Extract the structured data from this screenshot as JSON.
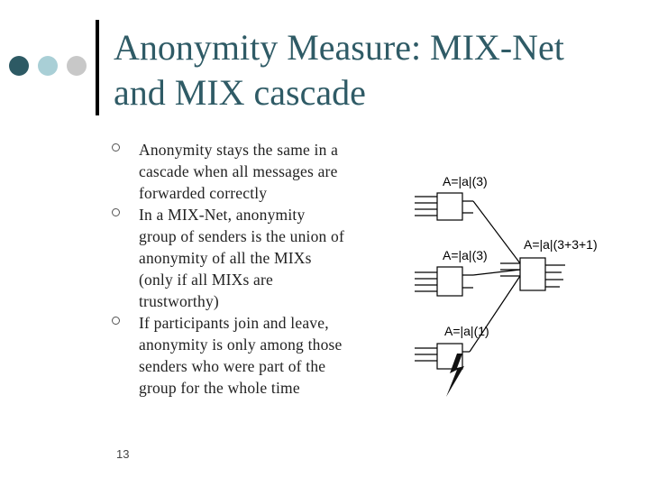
{
  "slide": {
    "title_line1": "Anonymity Measure: MIX-Net",
    "title_line2": "and MIX cascade",
    "bullets": [
      "Anonymity stays the same in a cascade when all messages are forwarded correctly",
      "In a MIX-Net, anonymity group of senders is the union of anonymity of all the MIXs (only if all MIXs are trustworthy)",
      "If participants join and leave, anonymity is only among those senders who were part of the group for the whole time"
    ],
    "slide_number": "13"
  },
  "diagram": {
    "label_top": "A=|a|(3)",
    "label_middle": "A=|a|(3)",
    "label_bottom": "A=|a|(1)",
    "label_right": "A=|a|(3+3+1)"
  },
  "colors": {
    "title": "#2f5b66",
    "dot_dark": "#2d5a64",
    "dot_light": "#a9cfd6",
    "dot_grey": "#c8c8c8"
  }
}
